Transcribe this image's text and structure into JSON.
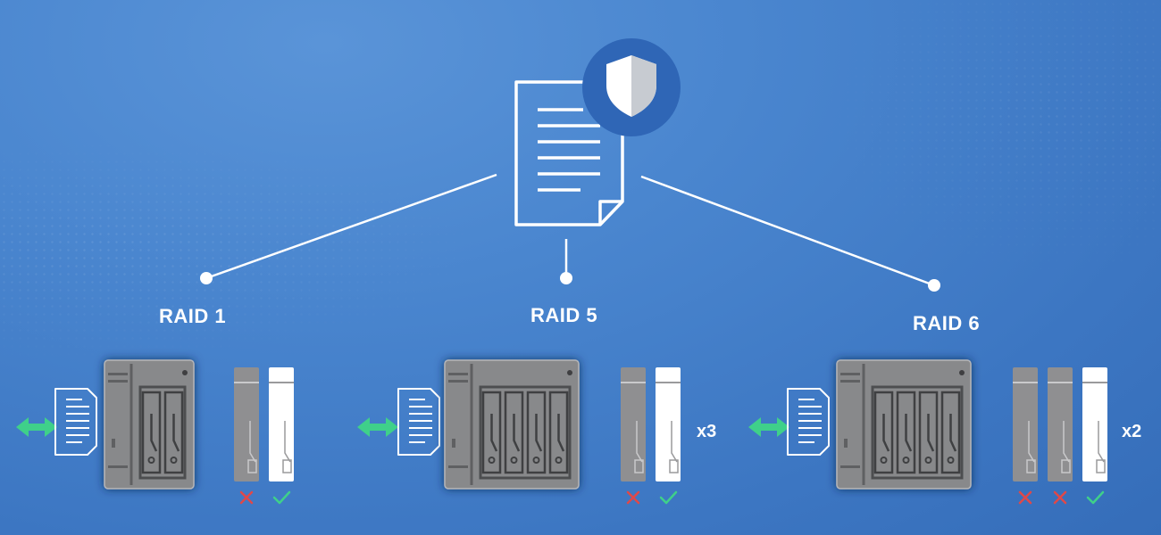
{
  "title_graphic": {
    "document_icon": "document-icon",
    "shield_icon": "shield-icon"
  },
  "colors": {
    "background": "#4a86cf",
    "line": "#ffffff",
    "arrow": "#3fd08a",
    "nas_body": "#8a8a8c",
    "failed_drive": "#8f8f91",
    "healthy_drive": "#ffffff",
    "cross": "#e04848",
    "check": "#3fd08a",
    "shield_badge": "#2f66b6"
  },
  "groups": [
    {
      "id": "raid1",
      "label": "RAID 1",
      "bays": 2,
      "failed_drives": 1,
      "healthy_drives": 1,
      "multiplier": ""
    },
    {
      "id": "raid5",
      "label": "RAID 5",
      "bays": 4,
      "failed_drives": 1,
      "healthy_drives": 1,
      "multiplier": "x3"
    },
    {
      "id": "raid6",
      "label": "RAID 6",
      "bays": 4,
      "failed_drives": 2,
      "healthy_drives": 1,
      "multiplier": "x2"
    }
  ]
}
